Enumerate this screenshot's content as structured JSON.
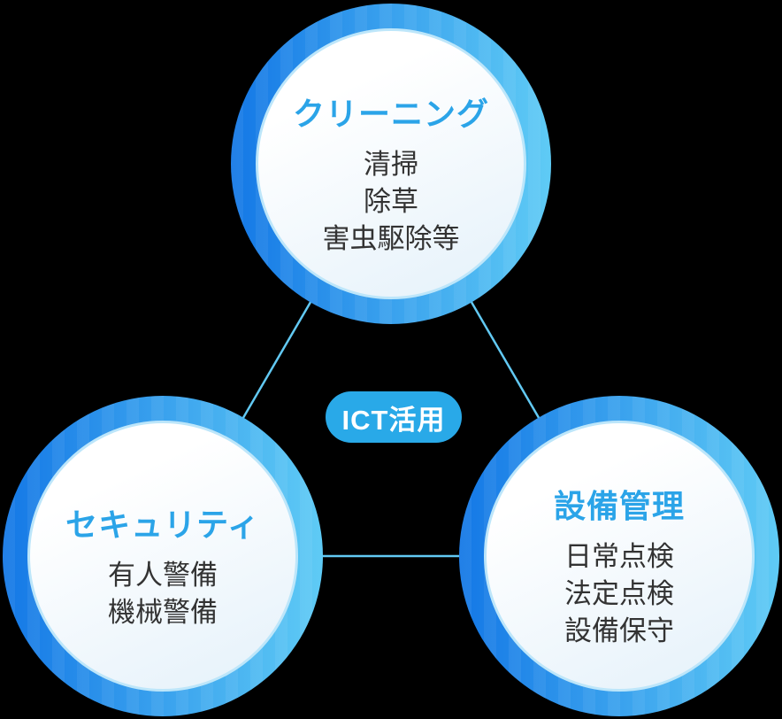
{
  "diagram": {
    "center_label": "ICT活用",
    "nodes": [
      {
        "title": "クリーニング",
        "items": [
          "清掃",
          "除草",
          "害虫駆除等"
        ]
      },
      {
        "title": "セキュリティ",
        "items": [
          "有人警備",
          "機械警備"
        ]
      },
      {
        "title": "設備管理",
        "items": [
          "日常点検",
          "法定点検",
          "設備保守"
        ]
      }
    ],
    "colors": {
      "background": "#000000",
      "ring_start": "#1478E6",
      "ring_end": "#5FCBF5",
      "inner_start": "#FFFFFF",
      "inner_end": "#E4F1FA",
      "inner_edge": "#BDE6FA",
      "title": "#2BA4E8",
      "item": "#333333",
      "pill_bg": "#29A9E8",
      "pill_text": "#FFFFFF",
      "line": "#62C9F3"
    }
  }
}
